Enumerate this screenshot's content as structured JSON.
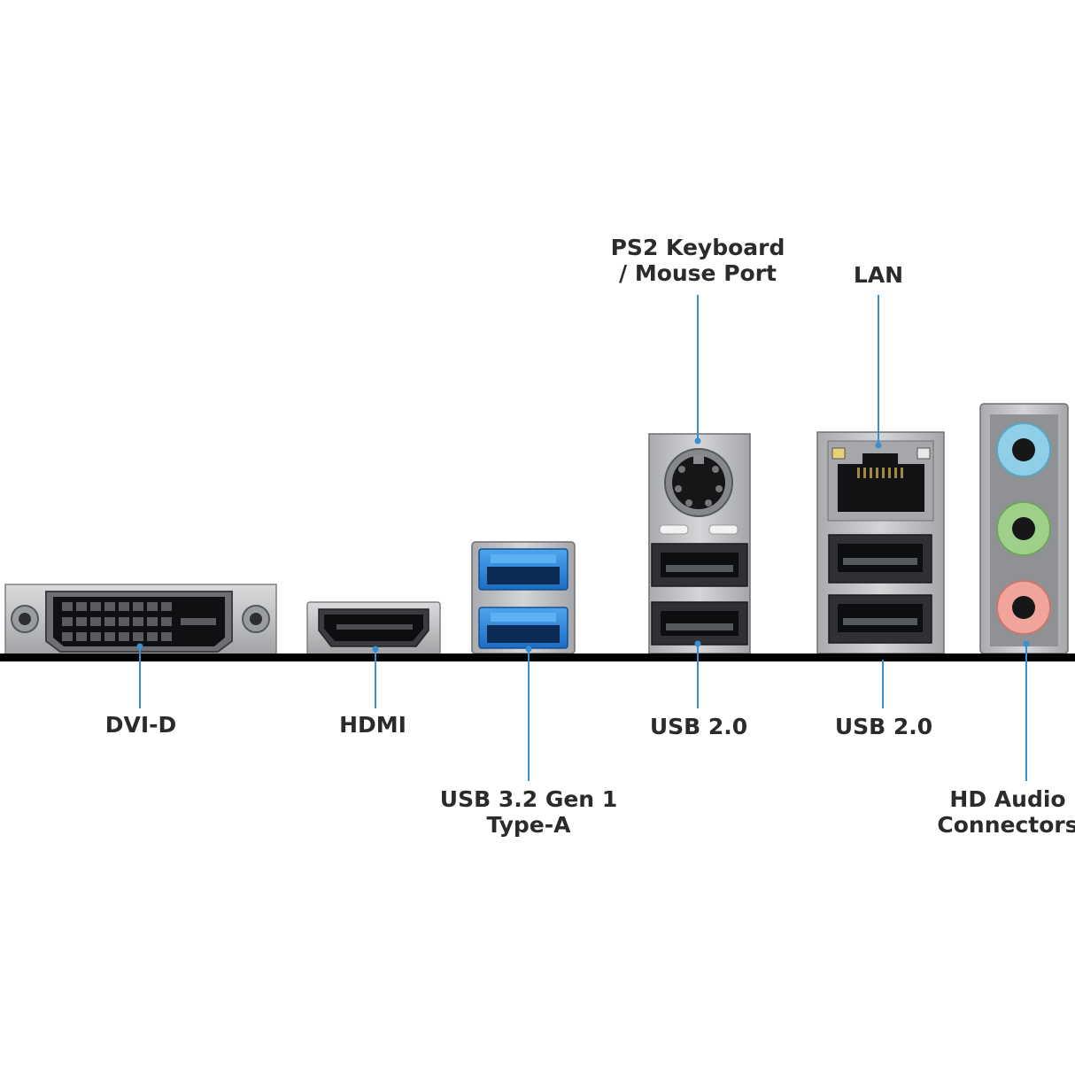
{
  "labels": {
    "dvi": "DVI-D",
    "hdmi": "HDMI",
    "usb3": [
      "USB 3.2 Gen 1",
      "Type-A"
    ],
    "ps2": [
      "PS2 Keyboard",
      "/ Mouse Port"
    ],
    "usb2_left": "USB 2.0",
    "lan": "LAN",
    "usb2_right": "USB 2.0",
    "audio": [
      "HD Audio",
      "Connectors"
    ]
  },
  "colors": {
    "leader_line": "#3a8fd0",
    "baseline": "#000000",
    "text": "#2b2b2b",
    "usb3_blue": "#2d7fd6",
    "audio_blue": "#8fd0e8",
    "audio_green": "#9fd08a",
    "audio_pink": "#f0a49a",
    "metal": "#bfc0c2"
  }
}
